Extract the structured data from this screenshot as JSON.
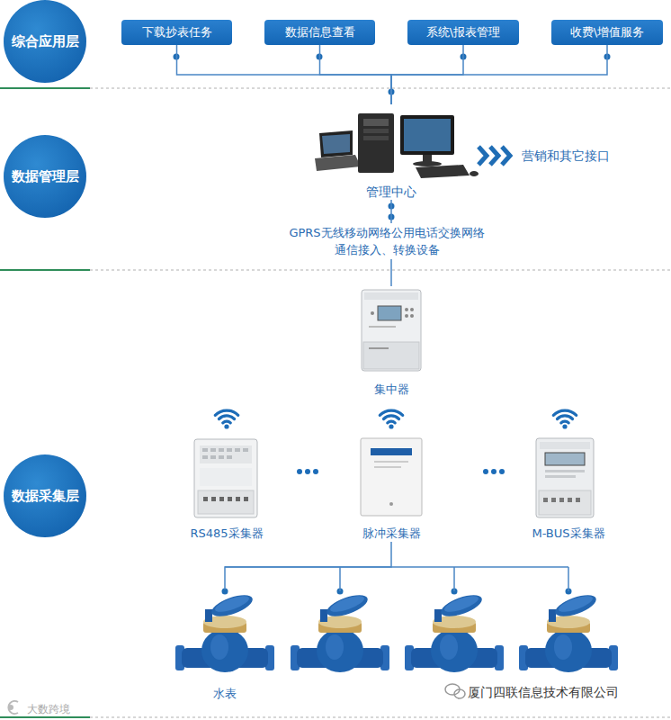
{
  "diagram": {
    "nodes": [
      {
        "text": [
          "综合应用层"
        ]
      },
      {
        "text": [
          "数据管理层"
        ]
      },
      {
        "text": [
          "数据采集层"
        ]
      },
      {
        "text": [
          "下载抄表任务"
        ]
      },
      {
        "text": [
          "数据信息查看"
        ]
      },
      {
        "text": [
          "系统\\报表管理"
        ]
      },
      {
        "text": [
          "收费\\增值服务"
        ]
      },
      {
        "text": [
          "管理中心"
        ]
      },
      {
        "text": [
          "集中器"
        ]
      },
      {
        "text": [
          "RS485采集器"
        ]
      },
      {
        "text": [
          "脉冲采集器"
        ]
      },
      {
        "text": [
          "M-BUS采集器"
        ]
      },
      {
        "text": [
          "水表"
        ]
      }
    ],
    "edges": [
      {
        "from": 3,
        "to": 7,
        "arrow": "none"
      },
      {
        "from": 4,
        "to": 7,
        "arrow": "none"
      },
      {
        "from": 5,
        "to": 7,
        "arrow": "none"
      },
      {
        "from": 6,
        "to": 7,
        "arrow": "none"
      },
      {
        "from": 7,
        "to": 8,
        "arrow": "none"
      },
      {
        "from": 10,
        "to": 12,
        "arrow": "none"
      }
    ],
    "labels": [
      "营销和其它接口",
      "GPRS无线移动网络公用电话交换网络 通信接入、转换设备",
      "厦门四联信息技术有限公司",
      "大数跨境"
    ]
  }
}
